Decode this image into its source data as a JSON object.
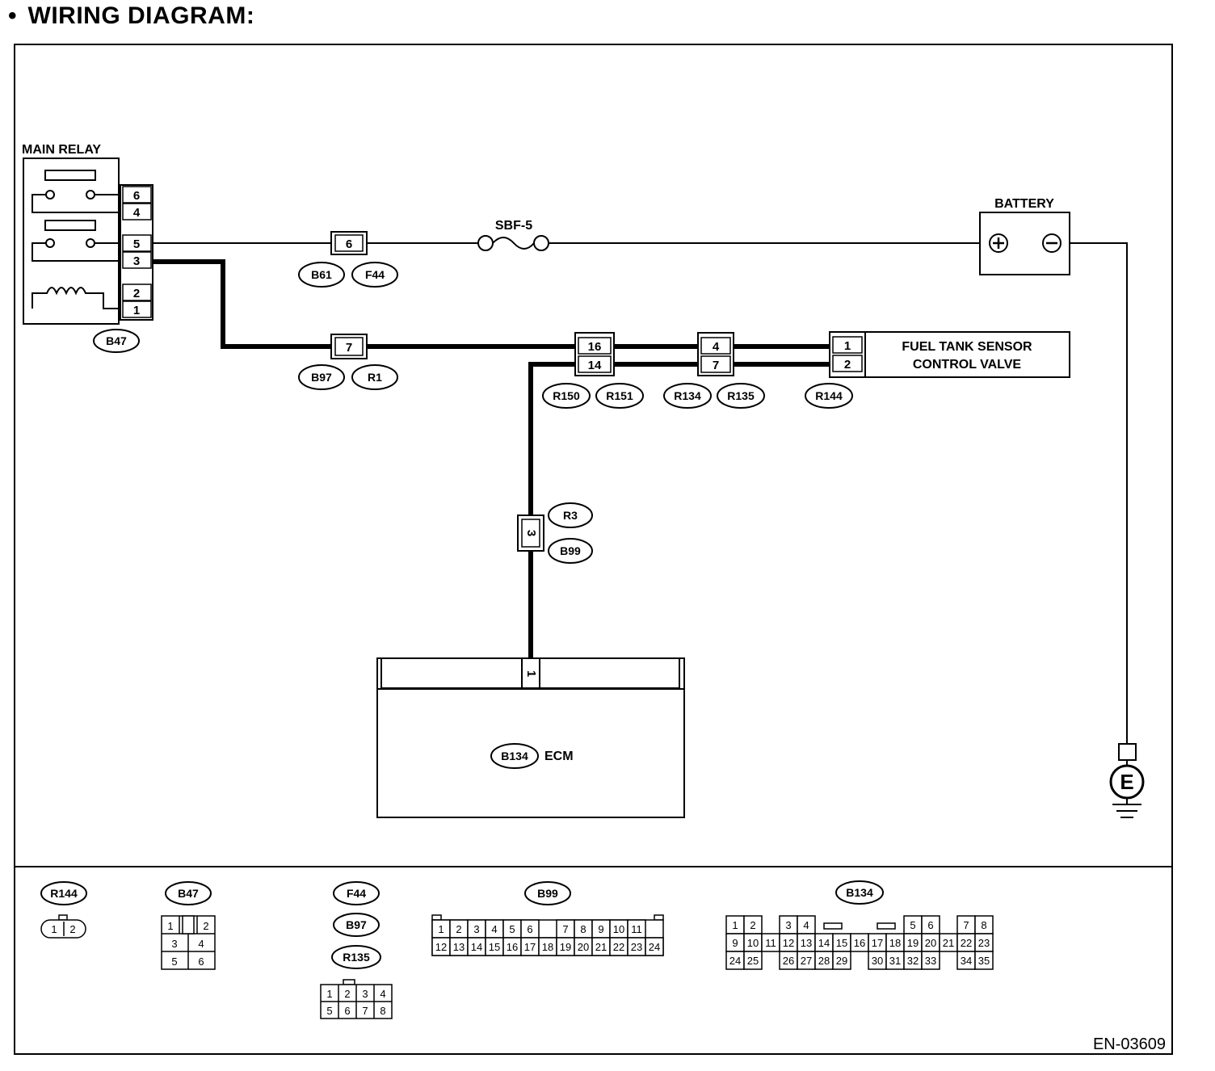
{
  "heading": {
    "bullet": "•",
    "title": "WIRING DIAGRAM:"
  },
  "components": {
    "main_relay": {
      "label": "MAIN RELAY",
      "connector": "B47",
      "pins": [
        "6",
        "4",
        "5",
        "3",
        "2",
        "1"
      ]
    },
    "battery": {
      "label": "BATTERY",
      "plus": "⊕",
      "minus": "⊖"
    },
    "fuse": {
      "label": "SBF-5"
    },
    "fuel_tank_valve": {
      "label_line1": "FUEL TANK SENSOR",
      "label_line2": "CONTROL VALVE",
      "connector": "R144",
      "pins": [
        "1",
        "2"
      ]
    },
    "ecm": {
      "label": "ECM",
      "connector": "B134",
      "pin": "1"
    },
    "ground": {
      "label": "E"
    }
  },
  "junctions": {
    "b61_f44": {
      "pin": "6",
      "tags": [
        "B61",
        "F44"
      ]
    },
    "b97_r1": {
      "pin": "7",
      "tags": [
        "B97",
        "R1"
      ]
    },
    "r150_r151": {
      "pins": [
        "16",
        "14"
      ],
      "tags": [
        "R150",
        "R151"
      ]
    },
    "r134_r135": {
      "pins": [
        "4",
        "7"
      ],
      "tags": [
        "R134",
        "R135"
      ]
    },
    "r3_b99": {
      "pin": "3",
      "tags": [
        "R3",
        "B99"
      ]
    }
  },
  "connector_views": {
    "r144": {
      "tag": "R144",
      "pins": [
        "1",
        "2"
      ]
    },
    "b47": {
      "tag": "B47",
      "rows": [
        [
          "1",
          "",
          "2"
        ],
        [
          "3",
          "4"
        ],
        [
          "5",
          "6"
        ]
      ]
    },
    "f44_b97_r135": {
      "tags": [
        "F44",
        "B97",
        "R135"
      ],
      "rows": [
        [
          "1",
          "2",
          "3",
          "4"
        ],
        [
          "5",
          "6",
          "7",
          "8"
        ]
      ]
    },
    "b99": {
      "tag": "B99",
      "row1": [
        "1",
        "2",
        "3",
        "4",
        "5",
        "6",
        "",
        "7",
        "8",
        "9",
        "10",
        "11"
      ],
      "row2": [
        "12",
        "13",
        "14",
        "15",
        "16",
        "17",
        "18",
        "19",
        "20",
        "21",
        "22",
        "23",
        "24"
      ]
    },
    "b134": {
      "tag": "B134",
      "row1": [
        "1",
        "2",
        "",
        "3",
        "4",
        "",
        "",
        "",
        "",
        "",
        "5",
        "6",
        "",
        "7",
        "8"
      ],
      "row2": [
        "9",
        "10",
        "11",
        "12",
        "13",
        "14",
        "15",
        "16",
        "17",
        "18",
        "19",
        "20",
        "21",
        "22",
        "23"
      ],
      "row3": [
        "24",
        "25",
        "",
        "26",
        "27",
        "28",
        "29",
        "",
        "30",
        "31",
        "32",
        "33",
        "",
        "34",
        "35"
      ]
    }
  },
  "doc_id": "EN-03609"
}
